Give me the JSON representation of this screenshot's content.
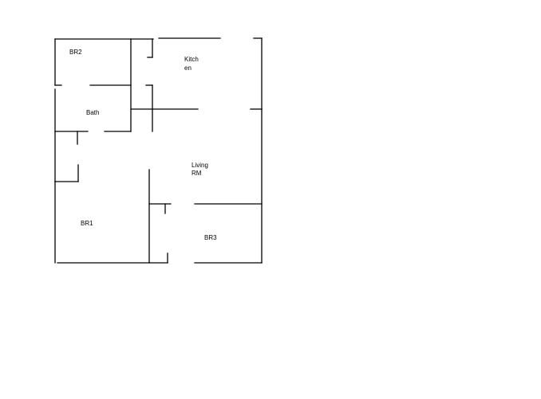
{
  "floorplan": {
    "wall_color": "#000000",
    "background": "#ffffff",
    "rooms": {
      "br2": "BR2",
      "kitchen_line1": "Kitch",
      "kitchen_line2": "en",
      "bath": "Bath",
      "living_line1": "Living",
      "living_line2": "RM",
      "br1": "BR1",
      "br3": "BR3"
    }
  }
}
